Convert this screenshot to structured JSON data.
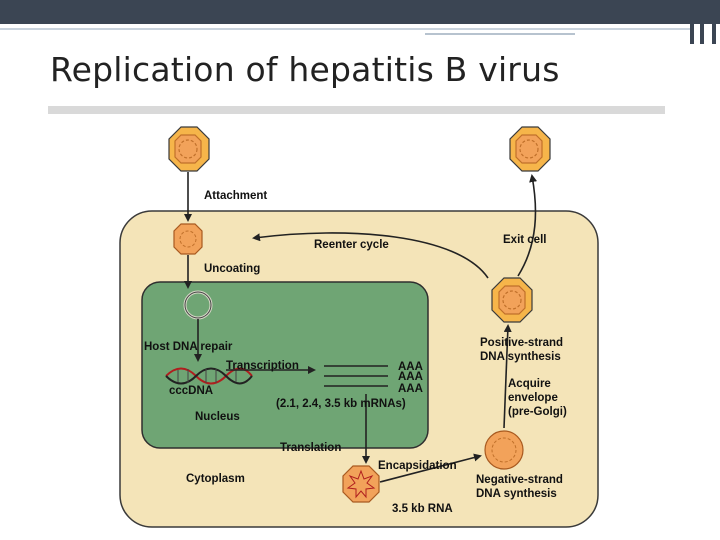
{
  "slide": {
    "title": "Replication of hepatitis B virus"
  },
  "diagram": {
    "labels": {
      "attachment": "Attachment",
      "uncoating": "Uncoating",
      "reenter_cycle": "Reenter cycle",
      "exit_cell": "Exit cell",
      "host_dna_repair": "Host DNA repair",
      "transcription": "Transcription",
      "cccdna": "cccDNA",
      "nucleus": "Nucleus",
      "aaa_1": "AAA",
      "aaa_2": "AAA",
      "aaa_3": "AAA",
      "mrnas": "(2.1, 2.4, 3.5 kb mRNAs)",
      "translation": "Translation",
      "cytoplasm": "Cytoplasm",
      "encapsidation": "Encapsidation",
      "rna_35kb": "3.5 kb RNA",
      "positive_strand_1": "Positive-strand",
      "positive_strand_2": "DNA synthesis",
      "acquire_1": "Acquire",
      "acquire_2": "envelope",
      "acquire_3": "(pre-Golgi)",
      "negative_strand_1": "Negative-strand",
      "negative_strand_2": "DNA synthesis"
    },
    "colors": {
      "cell": "#f4e4b8",
      "nucleus": "#6fa574",
      "virion_orange": "#f2a25a",
      "virion_outer": "#f6b54a",
      "virion_rim": "#c0702a",
      "arrow": "#222222"
    }
  }
}
